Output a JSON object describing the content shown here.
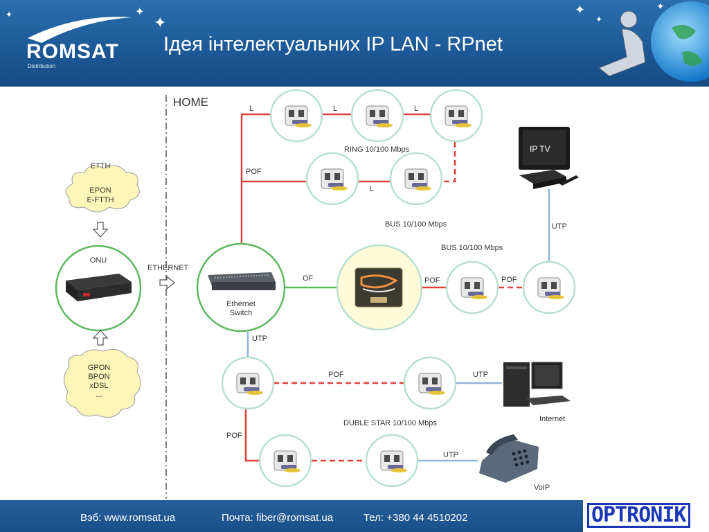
{
  "header": {
    "logo_text": "ROMSAT",
    "logo_subtitle": "Distribution",
    "title": "Ідея інтелектуальних IP LAN - RPnet"
  },
  "diagram": {
    "home_label": "HOME",
    "etth_label": "ETTH",
    "cloud_top": [
      "EPON",
      "E-FTTH"
    ],
    "onu_label": "ONU",
    "ethernet_label": "ETHERNET",
    "cloud_bottom": [
      "GPON",
      "BPON",
      "xDSL",
      "..."
    ],
    "switch_label": [
      "Ethernet",
      "Switch"
    ],
    "ring_label": "RING 10/100 Mbps",
    "bus_label_1": "BUS 10/100 Mbps",
    "bus_label_2": "BUS 10/100 Mbps",
    "star_label": "DUBLE STAR 10/100 Mbps",
    "iptv_label": "IP TV",
    "internet_label": "Internet",
    "voip_label": "VoIP",
    "link_labels": {
      "l1": "L",
      "l2": "L",
      "l3": "L",
      "l4": "L",
      "pof_ring": "POF",
      "of": "OF",
      "pof_bus1": "POF",
      "pof_bus2": "POF",
      "utp_tv": "UTP",
      "utp_switch": "UTP",
      "pof_star": "POF",
      "utp_pc": "UTP",
      "pof_down": "POF",
      "utp_phone": "UTP"
    },
    "colors": {
      "pof_red": "#e0403a",
      "of_green": "#5cb85c",
      "utp_blue": "#8fb4d9",
      "node_ring": "#b9dfd0"
    }
  },
  "footer": {
    "web": "Вэб: www.romsat.ua",
    "mail": "Почта: fiber@romsat.ua",
    "tel": "Тел: +380 44 4510202",
    "partner_logo": "OPTRONIK"
  }
}
